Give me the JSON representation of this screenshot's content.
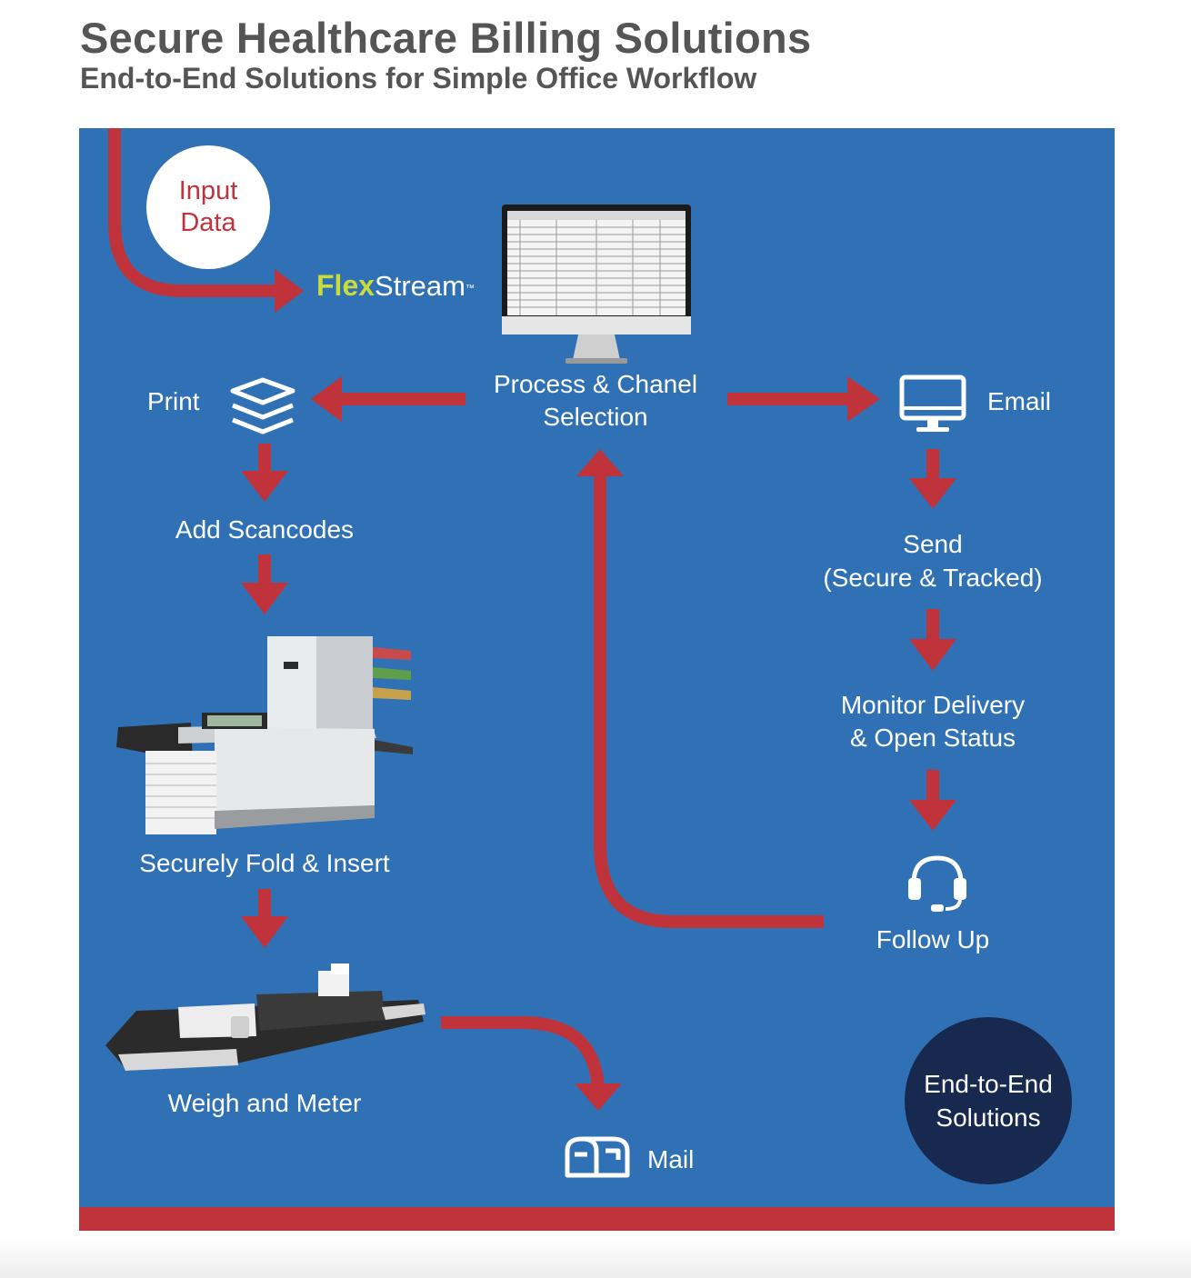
{
  "header": {
    "title": "Secure Healthcare Billing Solutions",
    "subtitle": "End-to-End Solutions for Simple Office Workflow"
  },
  "colors": {
    "panel_blue": "#3071b5",
    "arrow_red": "#c0333b",
    "badge_navy": "#17294f",
    "logo_green": "#c9dc3c",
    "title_gray": "#555555"
  },
  "input_badge": {
    "line1": "Input",
    "line2": "Data"
  },
  "logo": {
    "flex": "Flex",
    "stream": "Stream",
    "tm": "™"
  },
  "nodes": {
    "process": {
      "line1": "Process & Chanel",
      "line2": "Selection",
      "icon": "desktop-monitor-spreadsheet"
    },
    "print": {
      "label": "Print",
      "icon": "layers-icon"
    },
    "add_scancodes": {
      "label": "Add Scancodes"
    },
    "fold_insert": {
      "label": "Securely Fold & Insert",
      "icon": "folder-inserter-machine"
    },
    "weigh_meter": {
      "label": "Weigh and Meter",
      "icon": "postage-meter-machine"
    },
    "mail": {
      "label": "Mail",
      "icon": "mailbox-icon"
    },
    "email": {
      "label": "Email",
      "icon": "monitor-icon"
    },
    "send": {
      "line1": "Send",
      "line2": "(Secure & Tracked)"
    },
    "monitor": {
      "line1": "Monitor Delivery",
      "line2": "& Open Status"
    },
    "follow_up": {
      "label": "Follow Up",
      "icon": "headset-icon"
    }
  },
  "e2e_badge": {
    "line1": "End-to-End",
    "line2": "Solutions"
  }
}
